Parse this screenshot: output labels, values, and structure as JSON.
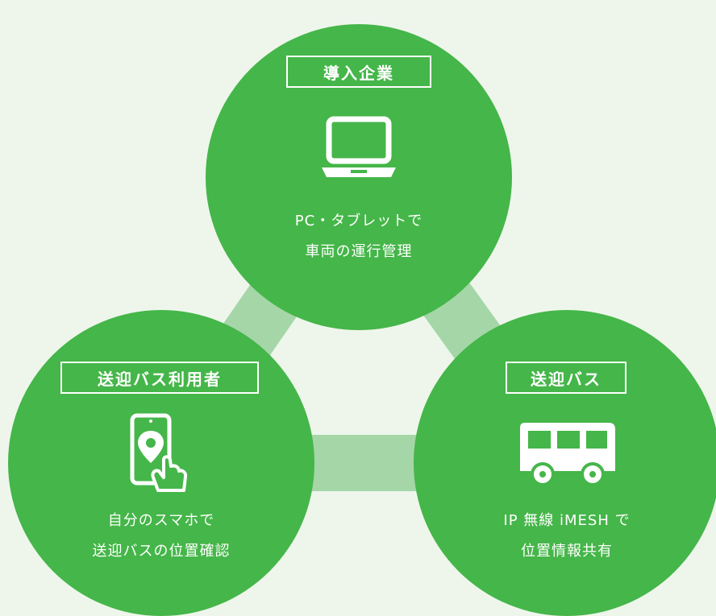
{
  "colors": {
    "background": "#eef6ec",
    "node": "#45b649",
    "connector": "#a5d6a7",
    "text": "#ffffff"
  },
  "nodes": {
    "company": {
      "label": "導入企業",
      "icon": "laptop-icon",
      "desc_line1": "PC・タブレットで",
      "desc_line2": "車両の運行管理"
    },
    "users": {
      "label": "送迎バス利用者",
      "icon": "smartphone-location-icon",
      "desc_line1": "自分のスマホで",
      "desc_line2": "送迎バスの位置確認"
    },
    "bus": {
      "label": "送迎バス",
      "icon": "bus-icon",
      "desc_line1": "IP 無線 iMESH で",
      "desc_line2": "位置情報共有"
    }
  }
}
